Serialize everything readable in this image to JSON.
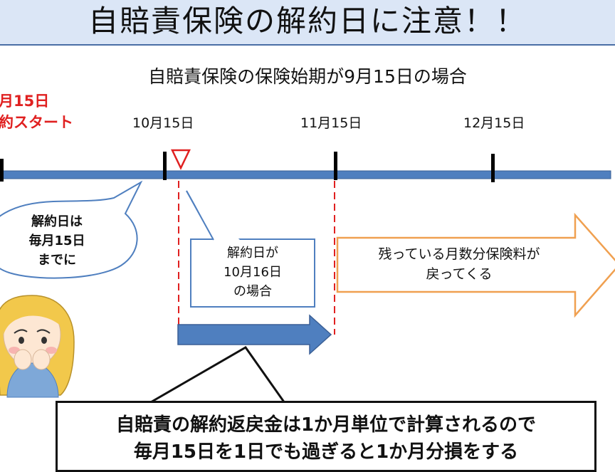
{
  "header": {
    "title": "自賠責保険の解約日に注意！！"
  },
  "subtitle": "自賠責保険の保険始期が9月15日の場合",
  "start_label": {
    "line1": "月15日",
    "line2": "約スタート"
  },
  "timeline": {
    "dates": [
      "10月15日",
      "11月15日",
      "12月15日"
    ]
  },
  "left_bubble": {
    "line1": "解約日は",
    "line2": "毎月15日",
    "line3": "までに"
  },
  "cancel_box": {
    "line1": "解約日が",
    "line2": "10月16日",
    "line3": "の場合"
  },
  "refund_arrow": {
    "line1": "残っている月数分保険料が",
    "line2": "戻ってくる"
  },
  "note": {
    "line1": "自賠責の解約返戻金は1か月単位で計算されるので",
    "line2": "毎月15日を1日でも過ぎると1か月分損をする"
  },
  "colors": {
    "header_bg": "#dbe6f6",
    "timeline": "#4f7fbf",
    "accent_red": "#e02020",
    "refund_arrow": "#f0a050",
    "character_hair": "#f2c84b"
  },
  "icons": [
    "cancel-marker-triangle-icon",
    "worried-woman-illustration"
  ]
}
